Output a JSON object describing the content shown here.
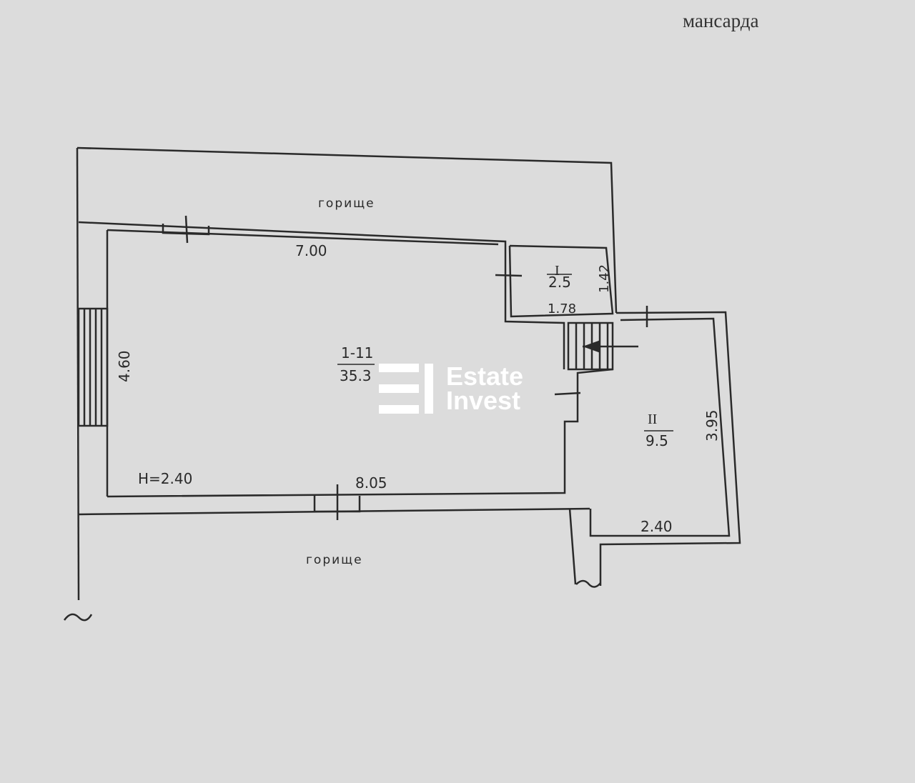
{
  "title": "мансарда",
  "attic_top_label": "горище",
  "attic_bottom_label": "горище",
  "room_main": {
    "number": "1-11",
    "area": "35.3"
  },
  "room_1": {
    "number": "I",
    "area": "2.5"
  },
  "room_2": {
    "number": "II",
    "area": "9.5"
  },
  "dimensions": {
    "main_top": "7.00",
    "main_left": "4.60",
    "main_bottom": "8.05",
    "ceiling_height": "H=2.40",
    "room1_width": "1.78",
    "room1_height": "1.42",
    "room2_height": "3.95",
    "room2_width": "2.40"
  },
  "watermark": {
    "line1": "Estate",
    "line2": "Invest"
  },
  "colors": {
    "paper": "#dcdcdc",
    "ink": "#2a2a2a",
    "watermark": "#ffffff"
  }
}
